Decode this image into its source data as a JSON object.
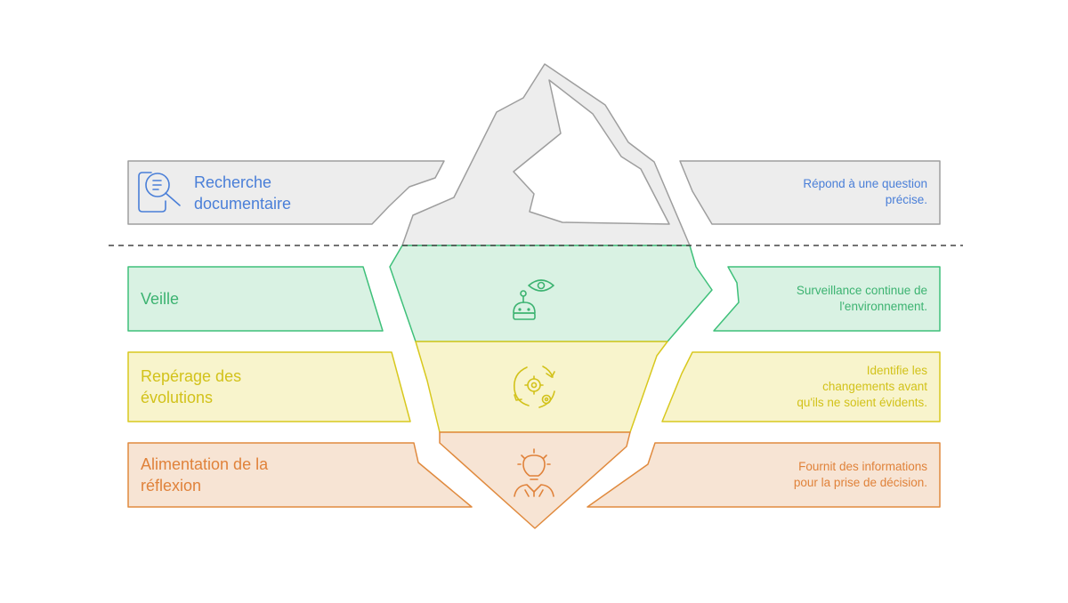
{
  "colors": {
    "gray_fill": "#EDEDED",
    "gray_stroke": "#9E9E9E",
    "gray_text": "#4A7FD8",
    "green_fill": "#D9F2E3",
    "green_stroke": "#3FC07A",
    "green_text": "#3CB371",
    "yellow_fill": "#F8F4CC",
    "yellow_stroke": "#D8C81E",
    "yellow_text": "#D2C21A",
    "orange_fill": "#F7E4D4",
    "orange_stroke": "#E08A3E",
    "orange_text": "#E0823A",
    "dashed_line": "#444444"
  },
  "levels": [
    {
      "key": "recherche",
      "title": "Recherche\ndocumentaire",
      "description": "Répond à une question\nprécise.",
      "icon": "document-search-icon"
    },
    {
      "key": "veille",
      "title": "Veille",
      "description": "Surveillance continue de\nl'environnement.",
      "icon": "robot-eye-icon"
    },
    {
      "key": "reperage",
      "title": "Repérage des\névolutions",
      "description": "Identifie les\nchangements avant\nqu'ils ne soient évidents.",
      "icon": "gear-cycle-icon"
    },
    {
      "key": "alimentation",
      "title": "Alimentation de la\nréflexion",
      "description": "Fournit des informations\npour la prise de décision.",
      "icon": "lightbulb-person-icon"
    }
  ]
}
